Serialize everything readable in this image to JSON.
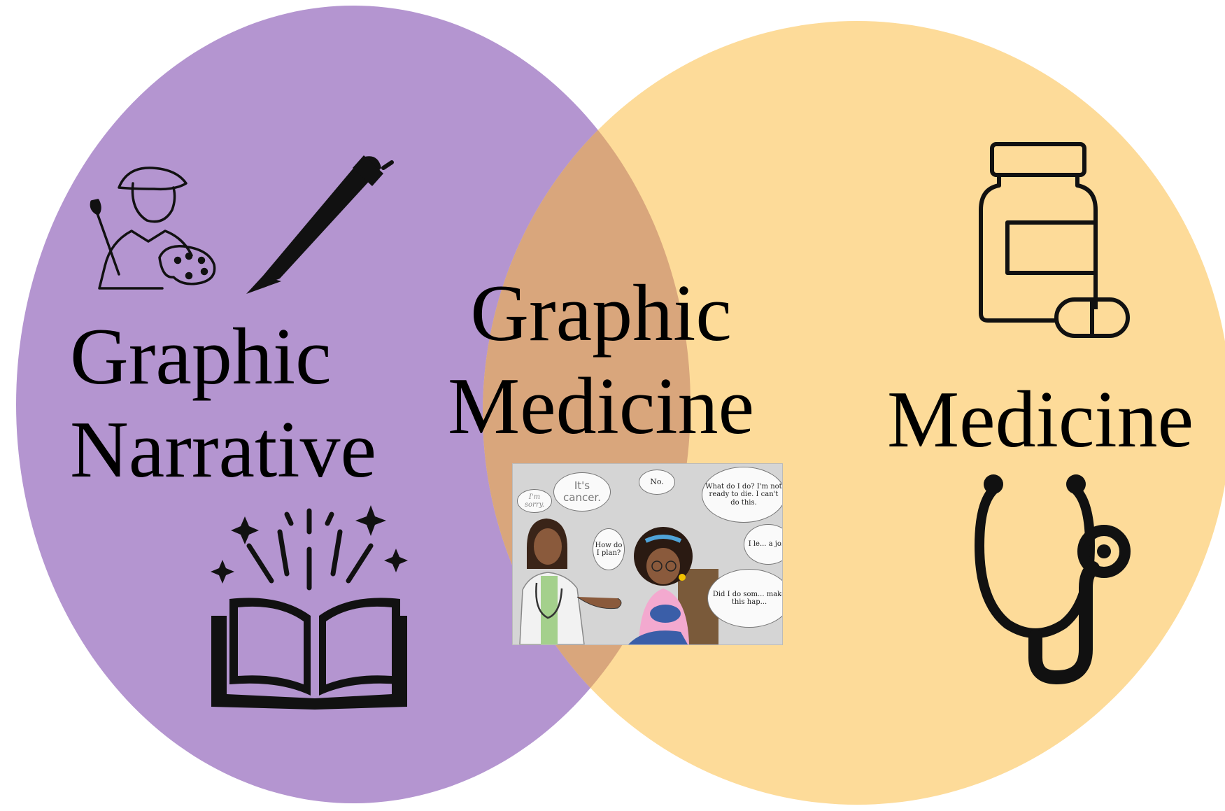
{
  "circles": {
    "left": {
      "color": "#b495d0"
    },
    "right": {
      "color": "#fddb99"
    },
    "overlap": {
      "color": "#d9a67c"
    }
  },
  "labels": {
    "left": [
      "Graphic",
      "Narrative"
    ],
    "center": [
      "Graphic",
      "Medicine"
    ],
    "right": "Medicine"
  },
  "icons": {
    "left": [
      "artist-icon",
      "pen-icon",
      "open-book-icon"
    ],
    "right": [
      "pill-bottle-icon",
      "capsule-icon",
      "stethoscope-icon"
    ]
  },
  "comic": {
    "bubbles": {
      "im_sorry": "I'm sorry.",
      "its_cancer": "It's cancer.",
      "no": "No.",
      "what_do_i_do": "What do I do? I'm not ready to die. I can't do this.",
      "how_do_i_plan": "How do I plan?",
      "partial_right": "I le... a jo...",
      "did_i_do": "Did I do som... make this hap..."
    }
  }
}
